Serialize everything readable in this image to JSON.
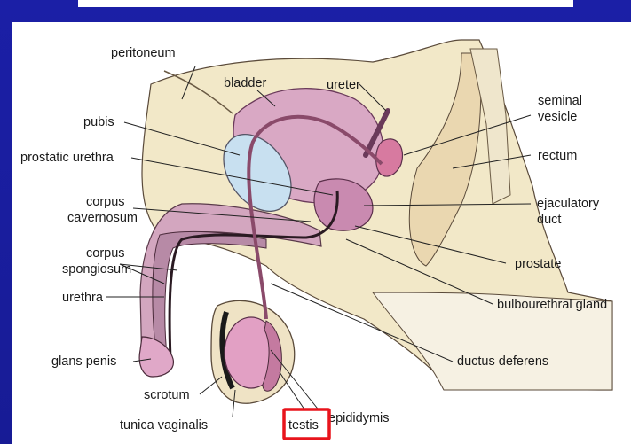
{
  "diagram": {
    "labels": {
      "peritoneum": "peritoneum",
      "bladder": "bladder",
      "ureter": "ureter",
      "seminal_vesicle_1": "seminal",
      "seminal_vesicle_2": "vesicle",
      "pubis": "pubis",
      "prostatic_urethra": "prostatic urethra",
      "rectum": "rectum",
      "corpus_cavernosum_1": "corpus",
      "corpus_cavernosum_2": "cavernosum",
      "ejaculatory_duct_1": "ejaculatory",
      "ejaculatory_duct_2": "duct",
      "corpus_spongiosum_1": "corpus",
      "corpus_spongiosum_2": "spongiosum",
      "prostate": "prostate",
      "urethra": "urethra",
      "bulbourethral_gland": "bulbourethral gland",
      "ductus_deferens": "ductus deferens",
      "glans_penis": "glans penis",
      "scrotum": "scrotum",
      "testis": "testis",
      "epididymis": "epididymis",
      "tunica_vaginalis": "tunica vaginalis"
    },
    "highlight": {
      "label": "testis",
      "color": "#e8141c"
    }
  }
}
